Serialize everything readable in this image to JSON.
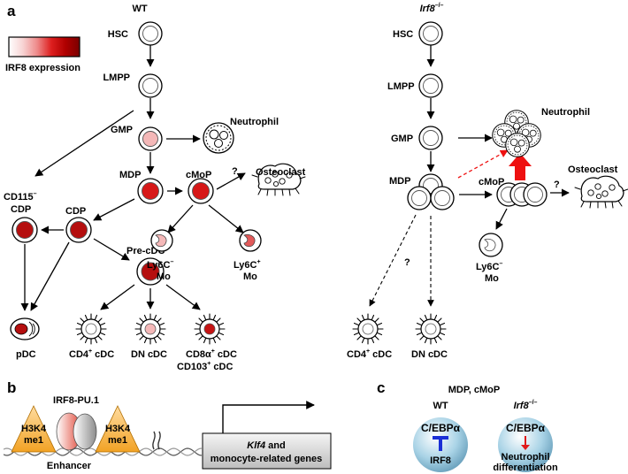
{
  "panels": {
    "a": "a",
    "b": "b",
    "c": "c"
  },
  "wt": {
    "title": "WT",
    "legend_label": "IRF8 expression",
    "legend_colors": [
      "#ffffff",
      "#f7d3d3",
      "#ee8a8a",
      "#dd1f1f",
      "#b00000",
      "#7a0000"
    ],
    "nodes": {
      "hsc": "HSC",
      "lmpp": "LMPP",
      "gmp": "GMP",
      "neutrophil": "Neutrophil",
      "mdp": "MDP",
      "cmop": "cMoP",
      "osteoclast": "Osteoclast",
      "q": "?",
      "cd115_l1": "CD115",
      "cd115_sup": "–",
      "cd115_l2": "CDP",
      "cdp": "CDP",
      "precdc": "Pre-cDC",
      "ly6cneg_l1": "Ly6C",
      "ly6cneg_sup": "–",
      "ly6cneg_l2": "Mo",
      "ly6cpos_l1": "Ly6C",
      "ly6cpos_sup": "+",
      "ly6cpos_l2": "Mo",
      "pdc": "pDC",
      "cd4_a": "CD4",
      "cd4_sup": "+",
      "cd4_b": " cDC",
      "dn": "DN cDC",
      "cd8_a": "CD8α",
      "cd8_sup": "+",
      "cd8_b": " cDC",
      "cd103_a": "CD103",
      "cd103_sup": "+",
      "cd103_b": " cDC"
    }
  },
  "ko": {
    "title": "Irf8",
    "title_sup": "–/–",
    "nodes": {
      "hsc": "HSC",
      "lmpp": "LMPP",
      "gmp": "GMP",
      "neutrophil": "Neutrophil",
      "mdp": "MDP",
      "cmop": "cMoP",
      "osteoclast": "Osteoclast",
      "q1": "?",
      "q2": "?",
      "ly6cneg_l1": "Ly6C",
      "ly6cneg_sup": "–",
      "ly6cneg_l2": "Mo",
      "cd4_a": "CD4",
      "cd4_sup": "+",
      "cd4_b": " cDC",
      "dn": "DN cDC"
    }
  },
  "panel_b": {
    "complex": "IRF8-PU.1",
    "mark_line1": "H3K4",
    "mark_line2": "me1",
    "enhancer": "Enhancer",
    "gene_italic": "Klf4",
    "gene_line1_rest": " and",
    "gene_line2": "monocyte-related genes"
  },
  "panel_c": {
    "header": "MDP, cMoP",
    "wt_title": "WT",
    "ko_title": "Irf8",
    "ko_title_sup": "–/–",
    "cebpa": "C/EBPα",
    "irf8": "IRF8",
    "neutrophil_l1": "Neutrophil",
    "neutrophil_l2": "differentiation"
  },
  "colors": {
    "irf8_none": "#ffffff",
    "irf8_low": "#f4b8b8",
    "irf8_high": "#d71818",
    "irf8_max": "#b50f0f",
    "ko_arrow": "#ee1111",
    "cebpa_blue": "#1a2fd6",
    "cebpa_red": "#e01a1a"
  }
}
